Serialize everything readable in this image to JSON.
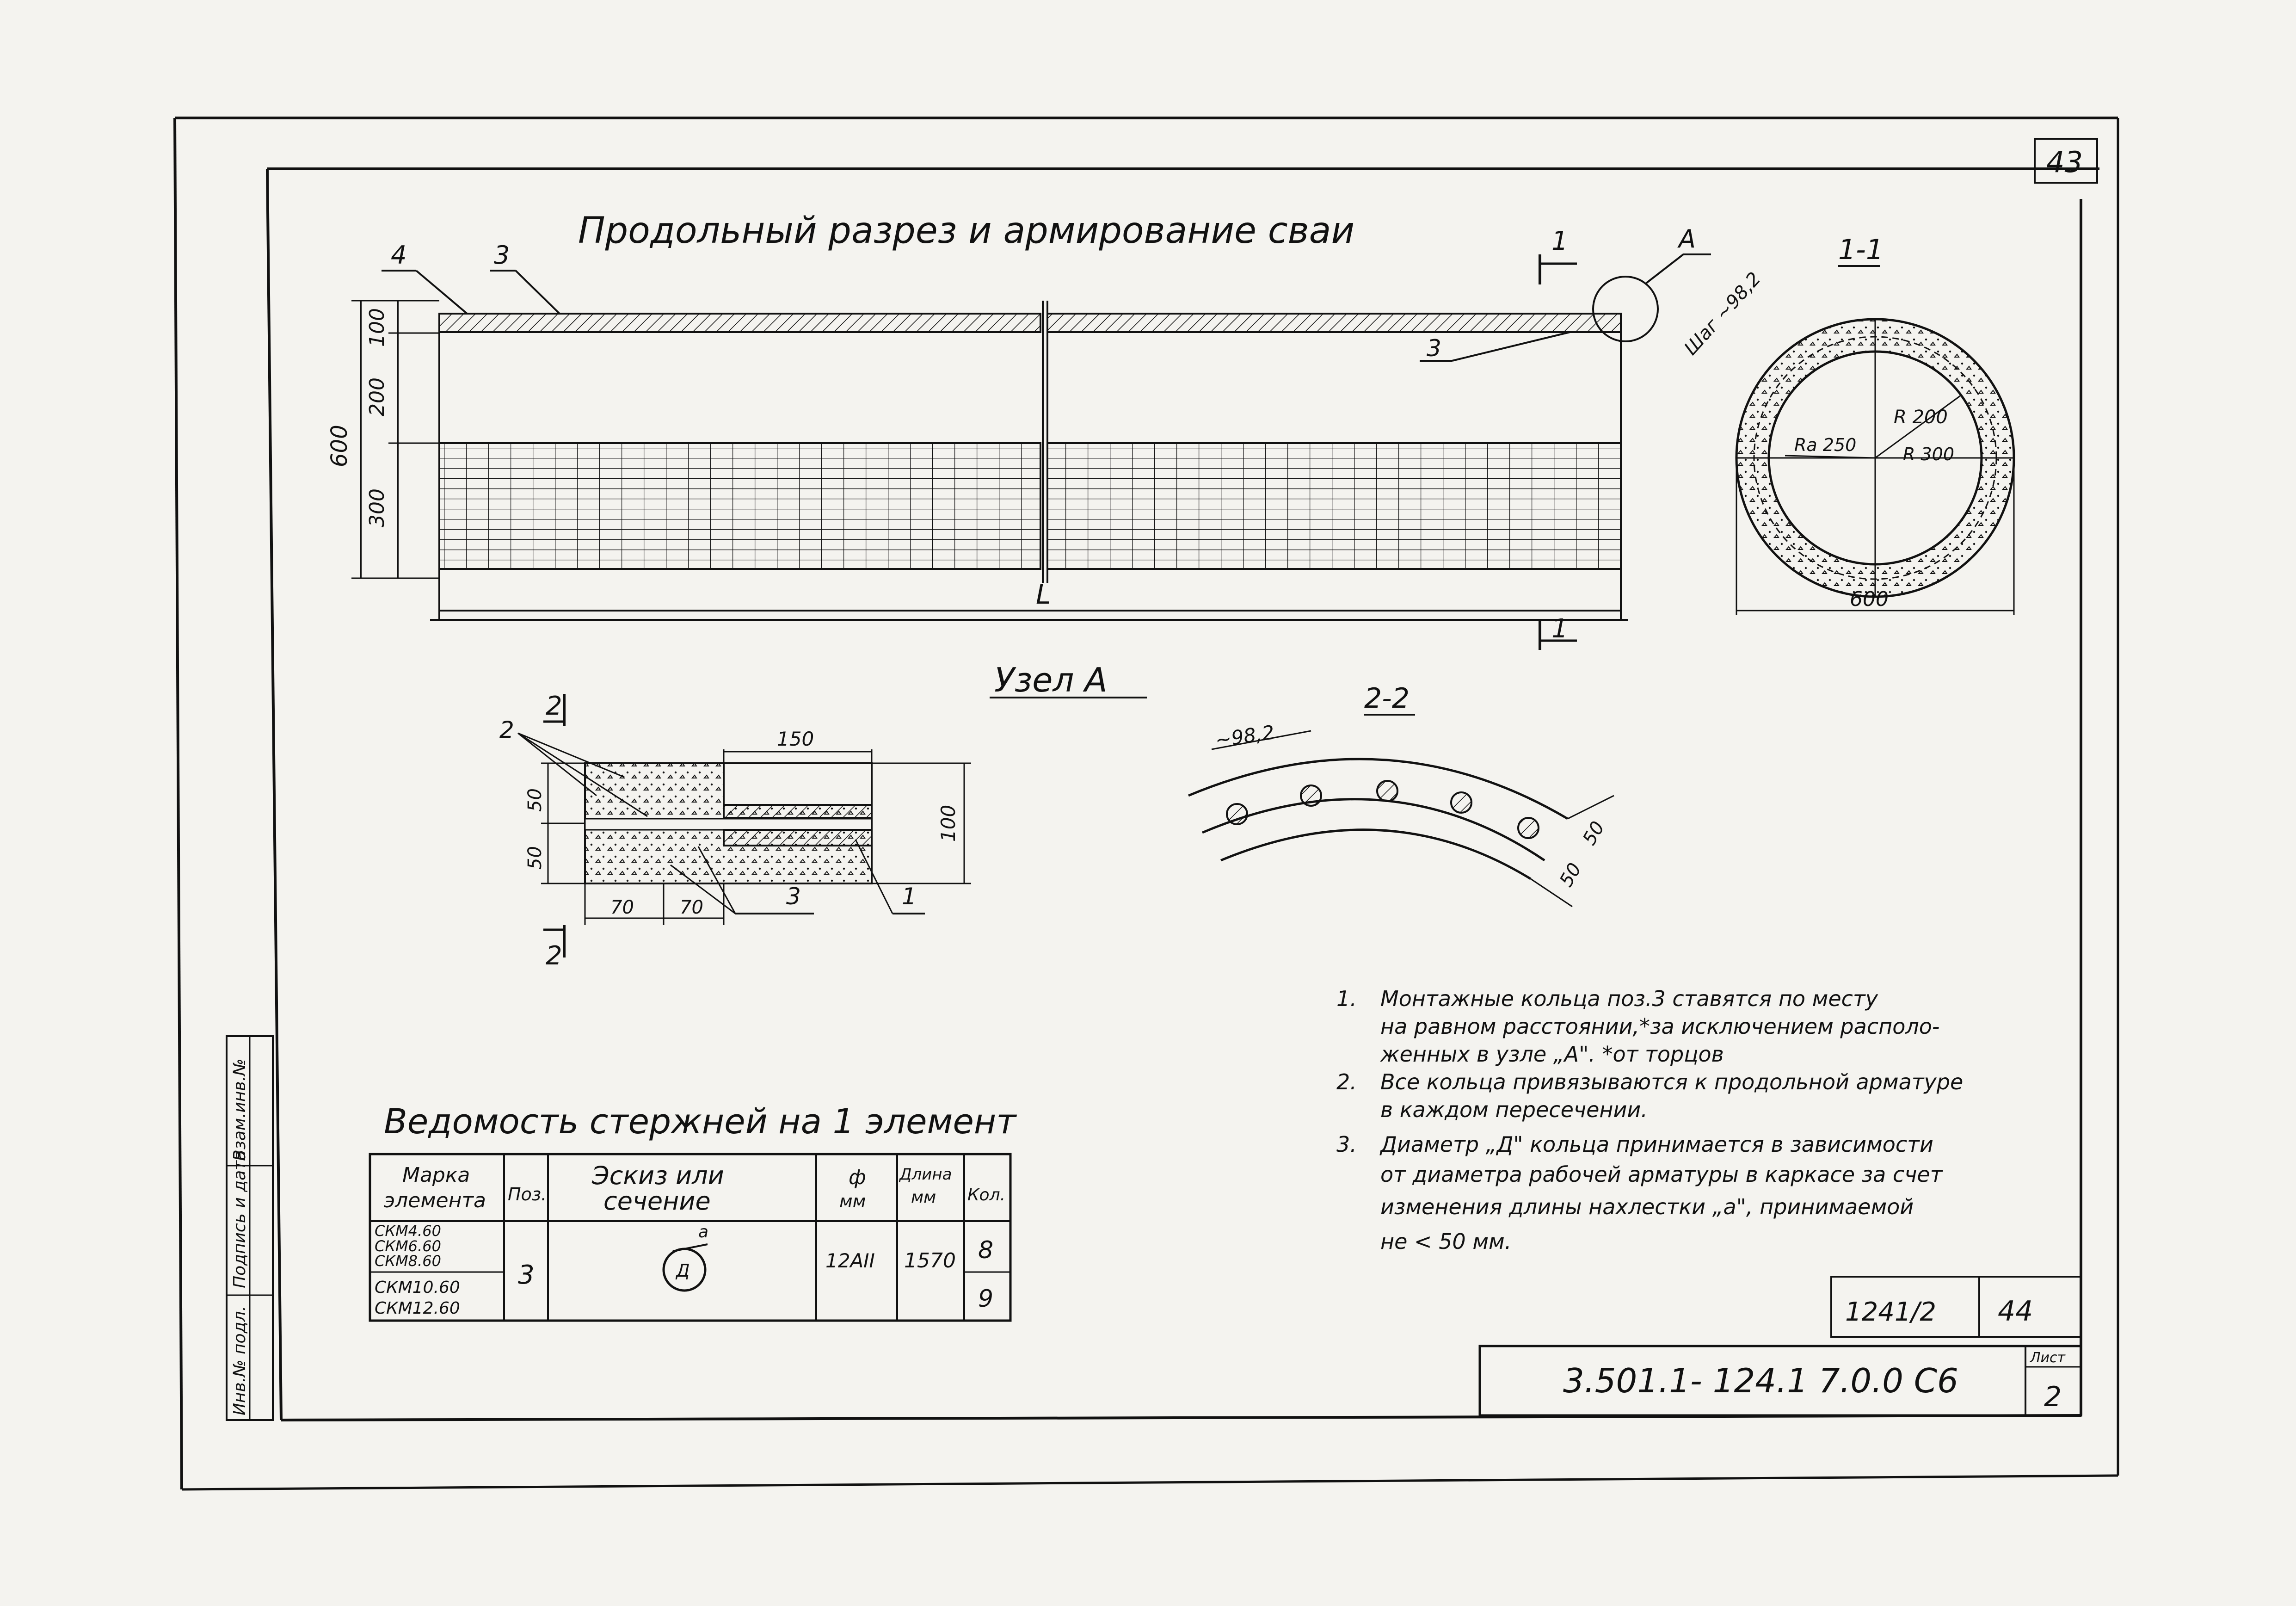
{
  "sheet": {
    "page_corner_number": "43",
    "main_title": "Продольный разрез и армирование сваи",
    "long_section": {
      "callout_4": "4",
      "callout_3_top": "3",
      "callout_3_inner": "3",
      "section_mark": "1",
      "node_mark": "А",
      "dim_100": "100",
      "dim_200": "200",
      "dim_300": "300",
      "dim_600": "600",
      "dim_L": "L"
    },
    "section_1_1": {
      "title": "1-1",
      "label_spacing": "Шаг ~98,2",
      "label_R200": "R 200",
      "label_R300": "R 300",
      "label_Ra250": "Ra 250",
      "dim_600": "600"
    },
    "node_a": {
      "title": "Узел А",
      "section_mark": "2",
      "callout_2": "2",
      "callout_3": "3",
      "callout_1": "1",
      "dim_150": "150",
      "dim_50_top": "50",
      "dim_50_bottom": "50",
      "dim_100": "100",
      "dim_70_left": "70",
      "dim_70_right": "70"
    },
    "section_2_2": {
      "title": "2-2",
      "dim_98_2": "~98,2",
      "dim_50_a": "50",
      "dim_50_b": "50"
    },
    "notes": [
      "1. Монтажные кольца поз.3 ставятся по месту на равном расстоянии,* за исключением расположенных в узле „А\". *от торцов",
      "2. Все кольца привязываются к продольной арматуре в каждом пересечении.",
      "3. Диаметр „Д\" кольца принимается в зависимости от диаметра рабочей арматуры в каркасе за счет изменения длины нахлестки „а\", принимаемой не < 50 мм."
    ],
    "notes_lines": [
      [
        "1.",
        "Монтажные кольца поз.3 ставятся по месту"
      ],
      [
        "",
        "на равном расстоянии,*за исключением располо-"
      ],
      [
        "",
        "женных в узле „А\".   *от торцов"
      ],
      [
        "2.",
        "Все кольца привязываются к продольной арматуре"
      ],
      [
        "",
        "в каждом пересечении."
      ],
      [
        "3.",
        "Диаметр „Д\" кольца принимается в зависимости"
      ],
      [
        "",
        "от диаметра рабочей арматуры в каркасе за счет"
      ],
      [
        "",
        "изменения длины нахлестки „а\", принимаемой"
      ],
      [
        "",
        "не < 50 мм."
      ]
    ],
    "table": {
      "title": "Ведомость стержней на 1 элемент",
      "headers": {
        "mark": [
          "Марка",
          "элемента"
        ],
        "pos": "Поз.",
        "sketch": [
          "Эскиз или",
          "сечение"
        ],
        "phi": [
          "ф",
          "мм"
        ],
        "length": [
          "Длина",
          "мм"
        ],
        "qty": "Кол."
      },
      "marks_group1": [
        "СКМ4.60",
        "СКМ6.60",
        "СКМ8.60"
      ],
      "marks_group2": [
        "СКМ10.60",
        "СКМ12.60"
      ],
      "pos": "3",
      "sketch_label_a": "а",
      "sketch_label_d": "Д",
      "phi": "12АII",
      "length": "1570",
      "qty_1": "8",
      "qty_2": "9"
    },
    "side_stamp": [
      "Инв.№ подл.",
      "Подпись и дата",
      "Взам.инв.№"
    ],
    "title_block": {
      "number_top": "1241/2",
      "page_top": "44",
      "designation": "3.501.1- 124.1  7.0.0 С6",
      "sheet_label": "Лист",
      "sheet_number": "2"
    }
  }
}
